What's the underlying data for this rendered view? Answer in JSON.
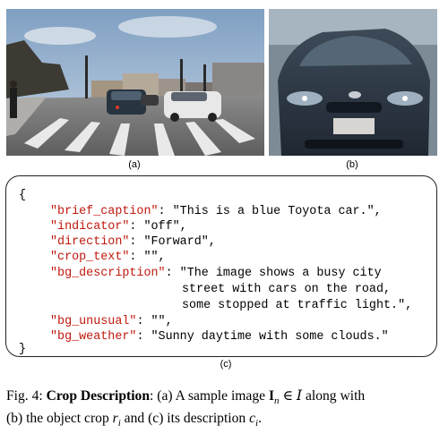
{
  "figure": {
    "sublabel_a": "(a)",
    "sublabel_b": "(b)",
    "sublabel_c": "(c)",
    "json_block": {
      "open_brace": "{",
      "close_brace": "}",
      "entries": [
        {
          "key": "\"brief_caption\"",
          "value": "\"This is a blue Toyota car.\","
        },
        {
          "key": "\"indicator\"",
          "value": "\"off\","
        },
        {
          "key": "\"direction\"",
          "value": "\"Forward\","
        },
        {
          "key": "\"crop_text\"",
          "value": "\"\","
        },
        {
          "key": "\"bg_description\"",
          "value": "\"The image shows a busy city"
        },
        {
          "key": "",
          "value": "street with cars on the road,"
        },
        {
          "key": "",
          "value": "some stopped at traffic light.\","
        },
        {
          "key": "\"bg_unusual\"",
          "value": "\"\","
        },
        {
          "key": "\"bg_weather\"",
          "value": "\"Sunny daytime with some clouds.\""
        }
      ]
    },
    "caption": {
      "prefix": "Fig. 4: ",
      "bold": "Crop Description",
      "text_1": ": (a) A sample image ",
      "sym_I": "I",
      "sub_n": "n",
      "in_sym": " ∈ ",
      "sym_set": "I",
      "text_2": " along with",
      "text_3": "(b) the object crop ",
      "sym_r": "r",
      "sub_i": "i",
      "text_4": " and (c) its description ",
      "sym_c": "c",
      "sub_i2": "i",
      "end": "."
    }
  }
}
